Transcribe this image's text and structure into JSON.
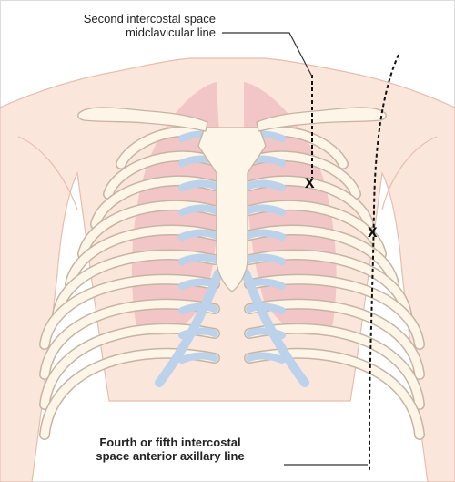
{
  "labels": {
    "top": {
      "line1": "Second intercostal space",
      "line2": "midclavicular line"
    },
    "bottom": {
      "line1": "Fourth or fifth intercostal",
      "line2": "space anterior axillary line"
    }
  },
  "markers": {
    "upper": "x",
    "lower": "x"
  },
  "colors": {
    "skin": "#fbe6dc",
    "skin_outline": "#e7bdb0",
    "bone": "#fdf5e8",
    "bone_outline": "#c6b4a2",
    "cartilage": "#bcd2ea",
    "lung": "#f2c6c6",
    "leader_line": "#333333"
  }
}
